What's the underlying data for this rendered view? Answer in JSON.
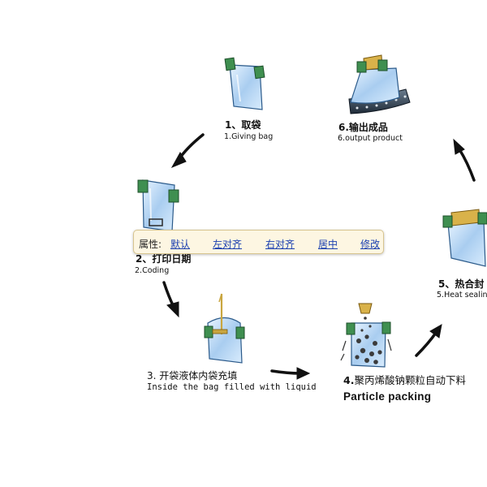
{
  "steps": [
    {
      "zh": "1、取袋",
      "en": "1.Giving bag"
    },
    {
      "zh": "2、打印日期",
      "en": "2.Coding"
    },
    {
      "zh": "3. 开袋液体内袋充填",
      "en": "Inside the bag filled with liquid"
    },
    {
      "num": "4.",
      "zh": "聚丙烯酸钠颗粒自动下料",
      "en": "Particle packing"
    },
    {
      "zh": "5、热合封",
      "en": "5.Heat sealin"
    },
    {
      "zh": "6.输出成品",
      "en": "6.output product"
    }
  ],
  "toolbar": {
    "label": "属性:",
    "links": [
      "默认",
      "左对齐",
      "右对齐",
      "居中",
      "修改"
    ]
  },
  "colors": {
    "bag_fill": "#bcd9f4",
    "bag_edge": "#2b5a8a",
    "clip_green": "#3f8f50",
    "seal_yellow": "#d9b24a",
    "arrow": "#111111",
    "link": "#1a3fb0",
    "toolbar_bg": "#fdf6e2"
  }
}
